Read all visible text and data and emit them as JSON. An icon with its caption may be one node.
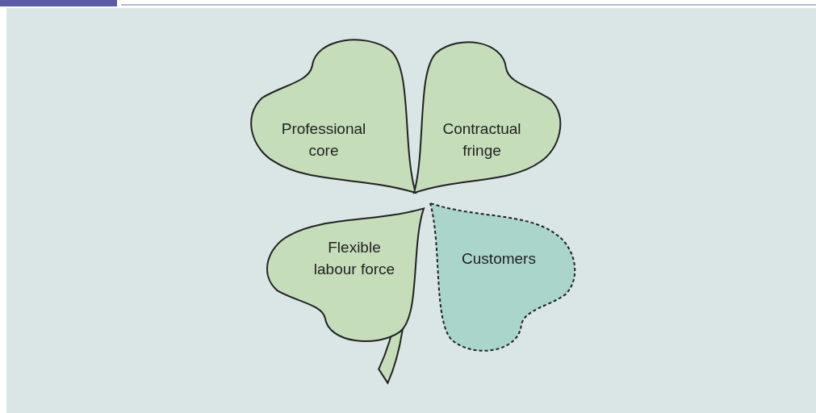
{
  "diagram": {
    "nodes": [
      {
        "text": [
          "Professional core"
        ]
      },
      {
        "text": [
          "Contractual fringe"
        ]
      },
      {
        "text": [
          "Flexible labour force"
        ]
      },
      {
        "text": [
          "Customers"
        ]
      },
      {
        "text": [],
        "shape": "stem"
      }
    ]
  }
}
